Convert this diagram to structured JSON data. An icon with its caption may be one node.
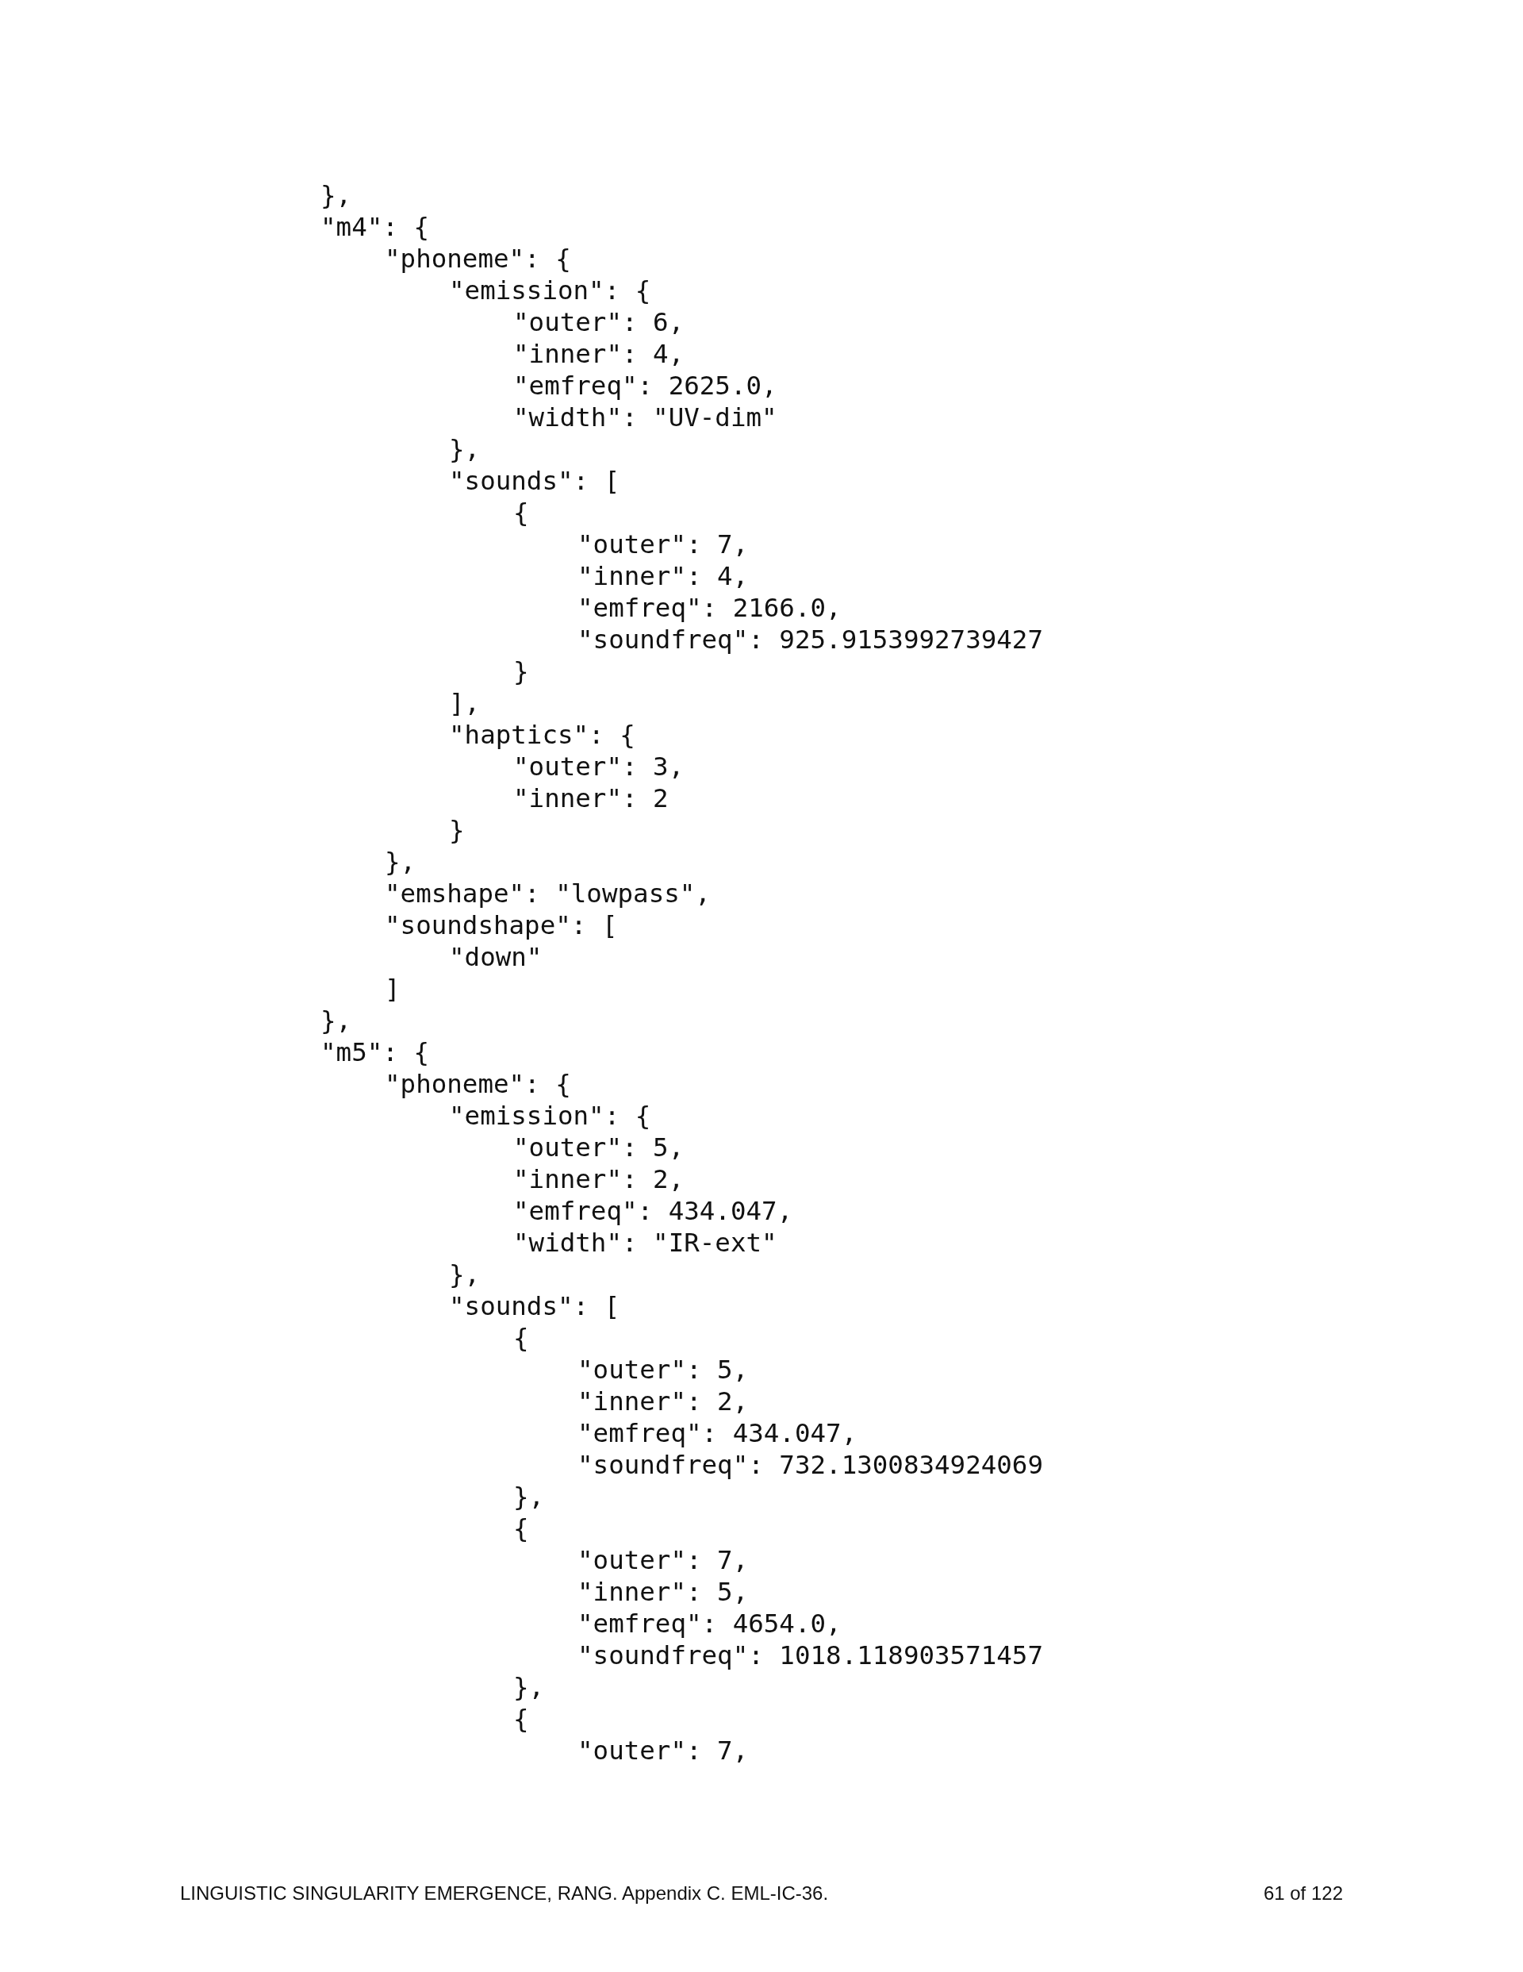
{
  "diagram": {
    "labels": [
      "},",
      "\"m4\": {",
      "\"phoneme\": {",
      "\"emission\": {",
      "\"outer\": 6,",
      "\"inner\": 4,",
      "\"emfreq\": 2625.0,",
      "\"width\": \"UV-dim\"",
      "},",
      "\"sounds\": [",
      "{",
      "\"outer\": 7,",
      "\"inner\": 4,",
      "\"emfreq\": 2166.0,",
      "\"soundfreq\": 925.9153992739427",
      "}",
      "],",
      "\"haptics\": {",
      "\"outer\": 3,",
      "\"inner\": 2",
      "}",
      "},",
      "\"emshape\": \"lowpass\",",
      "\"soundshape\": [",
      "\"down\"",
      "]",
      "},",
      "\"m5\": {",
      "\"phoneme\": {",
      "\"emission\": {",
      "\"outer\": 5,",
      "\"inner\": 2,",
      "\"emfreq\": 434.047,",
      "\"width\": \"IR-ext\"",
      "},",
      "\"sounds\": [",
      "{",
      "\"outer\": 5,",
      "\"inner\": 2,",
      "\"emfreq\": 434.047,",
      "\"soundfreq\": 732.1300834924069",
      "},",
      "{",
      "\"outer\": 7,",
      "\"inner\": 5,",
      "\"emfreq\": 4654.0,",
      "\"soundfreq\": 1018.118903571457",
      "},",
      "{",
      "\"outer\": 7,",
      "LINGUISTIC SINGULARITY EMERGENCE, RANG. Appendix C. EML-IC-36.",
      "61 of 122"
    ]
  }
}
